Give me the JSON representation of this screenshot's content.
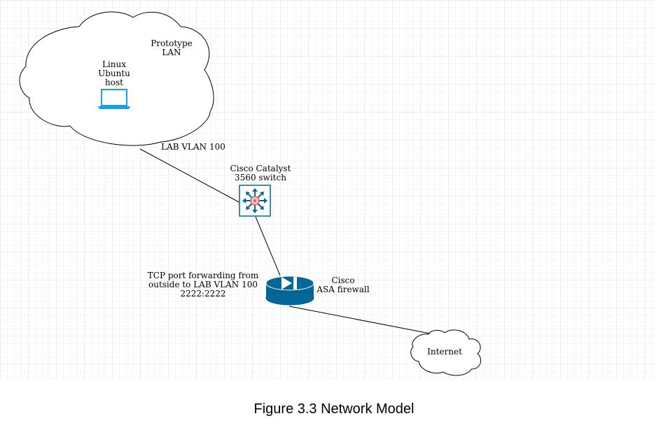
{
  "diagram": {
    "nodes": [
      {
        "id": "prototype-lan",
        "label": "Prototype\nLAN",
        "shape": "cloud"
      },
      {
        "id": "linux-host",
        "label": "Linux\nUbuntu\nhost",
        "icon": "laptop-icon"
      },
      {
        "id": "switch",
        "label": "Cisco Catalyst\n3560 switch",
        "icon": "layer3-switch-icon"
      },
      {
        "id": "firewall",
        "label": "Cisco\nASA firewall",
        "icon": "firewall-icon"
      },
      {
        "id": "internet",
        "label": "Internet",
        "shape": "cloud"
      }
    ],
    "edges": [
      {
        "from": "prototype-lan",
        "to": "switch",
        "label": "LAB VLAN 100"
      },
      {
        "from": "switch",
        "to": "firewall",
        "label": ""
      },
      {
        "from": "firewall",
        "to": "internet",
        "label": "TCP port forwarding from\noutside to LAB VLAN 100\n2222:2222"
      }
    ]
  },
  "caption": "Figure 3.3 Network Model",
  "colors": {
    "grid": "#e4e4e4",
    "line": "#000000",
    "laptop": "#1ba1e2",
    "cisco_blue": "#036897",
    "switch_center": "#f08080"
  }
}
